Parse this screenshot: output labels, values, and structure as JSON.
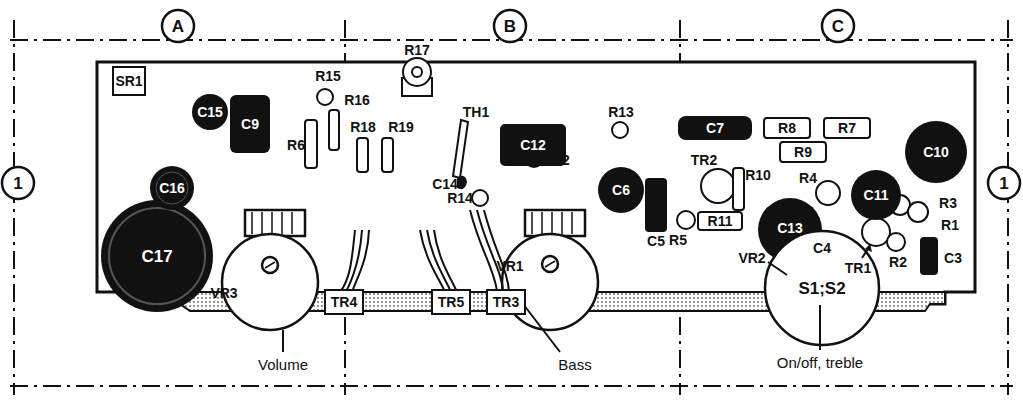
{
  "diagram": {
    "labels": [
      "A",
      "B",
      "C",
      "1",
      "1",
      "SR1",
      "R15",
      "R17",
      "R16",
      "C15",
      "C9",
      "R6",
      "R18",
      "R19",
      "TH1",
      "C14",
      "C12",
      "R13",
      "R12",
      "C7",
      "R8",
      "R7",
      "R9",
      "TR2",
      "R10",
      "C6",
      "C10",
      "R4",
      "C11",
      "R3",
      "R1",
      "C16",
      "R14",
      "C5",
      "R5",
      "R11",
      "C13",
      "C4",
      "TR1",
      "R2",
      "C3",
      "C17",
      "VR3",
      "VR1",
      "VR2",
      "S1;S2",
      "TR4",
      "TR5",
      "TR3",
      "Volume",
      "Bass",
      "On/off, treble"
    ]
  }
}
